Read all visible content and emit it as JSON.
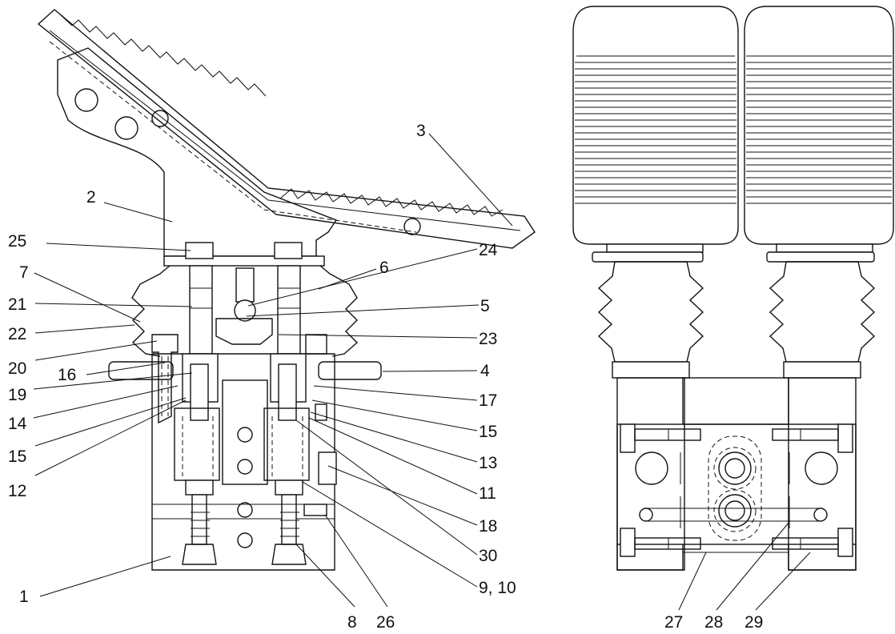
{
  "callouts": {
    "c1": "1",
    "c2": "2",
    "c3": "3",
    "c4": "4",
    "c5": "5",
    "c6": "6",
    "c7": "7",
    "c8": "8",
    "c9_10": "9, 10",
    "c11": "11",
    "c12": "12",
    "c13": "13",
    "c14": "14",
    "c15a": "15",
    "c15b": "15",
    "c16": "16",
    "c17": "17",
    "c18": "18",
    "c19": "19",
    "c20": "20",
    "c21": "21",
    "c22": "22",
    "c23": "23",
    "c24": "24",
    "c25": "25",
    "c26": "26",
    "c27": "27",
    "c28": "28",
    "c29": "29",
    "c30": "30"
  }
}
